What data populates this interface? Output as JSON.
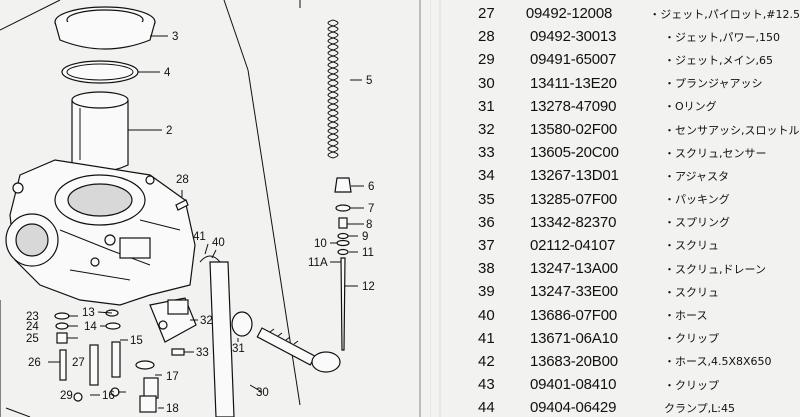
{
  "diagram": {
    "callouts": [
      "2",
      "3",
      "4",
      "5",
      "6",
      "7",
      "8",
      "9",
      "10",
      "11",
      "11A",
      "12",
      "13",
      "14",
      "15",
      "16",
      "17",
      "18",
      "23",
      "24",
      "25",
      "26",
      "27",
      "28",
      "29",
      "30",
      "31",
      "32",
      "33",
      "40",
      "41"
    ]
  },
  "parts": [
    {
      "no": "27",
      "part": "09492-12008",
      "name": "・ジェット,パイロット,#12.5"
    },
    {
      "no": "28",
      "part": "09492-30013",
      "name": "・ジェット,パワー,150"
    },
    {
      "no": "29",
      "part": "09491-65007",
      "name": "・ジェット,メイン,65"
    },
    {
      "no": "30",
      "part": "13411-13E20",
      "name": "・プランジャアッシ"
    },
    {
      "no": "31",
      "part": "13278-47090",
      "name": "・Oリング"
    },
    {
      "no": "32",
      "part": "13580-02F00",
      "name": "・センサアッシ,スロットル"
    },
    {
      "no": "33",
      "part": "13605-20C00",
      "name": "・スクリュ,センサー"
    },
    {
      "no": "34",
      "part": "13267-13D01",
      "name": "・アジャスタ"
    },
    {
      "no": "35",
      "part": "13285-07F00",
      "name": "・パッキング"
    },
    {
      "no": "36",
      "part": "13342-82370",
      "name": "・スプリング"
    },
    {
      "no": "37",
      "part": "02112-04107",
      "name": "・スクリュ"
    },
    {
      "no": "38",
      "part": "13247-13A00",
      "name": "・スクリュ,ドレーン"
    },
    {
      "no": "39",
      "part": "13247-33E00",
      "name": "・スクリュ"
    },
    {
      "no": "40",
      "part": "13686-07F00",
      "name": "・ホース"
    },
    {
      "no": "41",
      "part": "13671-06A10",
      "name": "・クリップ"
    },
    {
      "no": "42",
      "part": "13683-20B00",
      "name": "・ホース,4.5X8X650"
    },
    {
      "no": "43",
      "part": "09401-08410",
      "name": "・クリップ"
    },
    {
      "no": "44",
      "part": "09404-06429",
      "name": "クランプ,L:45"
    }
  ]
}
